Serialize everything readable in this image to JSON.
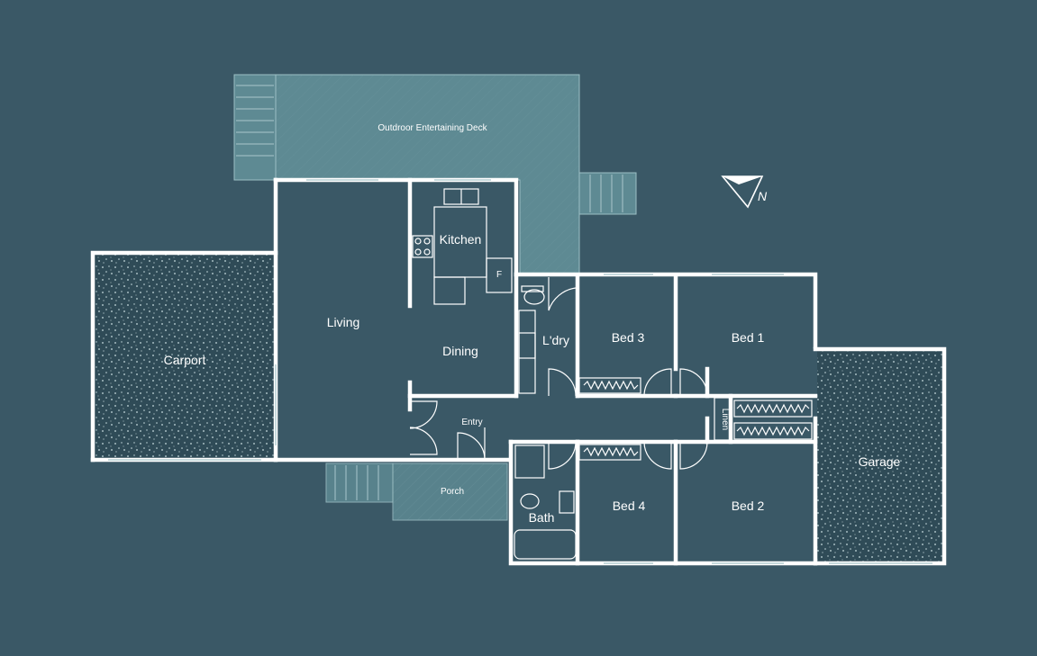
{
  "floorplan": {
    "rooms": {
      "deck": "Outdroor Entertaining Deck",
      "kitchen": "Kitchen",
      "living": "Living",
      "dining": "Dining",
      "carport": "Carport",
      "laundry": "L'dry",
      "bed1": "Bed 1",
      "bed2": "Bed 2",
      "bed3": "Bed 3",
      "bed4": "Bed 4",
      "entry": "Entry",
      "porch": "Porch",
      "bath": "Bath",
      "linen": "Linen",
      "garage": "Garage"
    },
    "fridge_label": "F",
    "compass_label": "N"
  },
  "colors": {
    "background": "#3a5866",
    "walls": "#ffffff",
    "deck": "#5e8a93",
    "gravel": "#2f4b57"
  }
}
